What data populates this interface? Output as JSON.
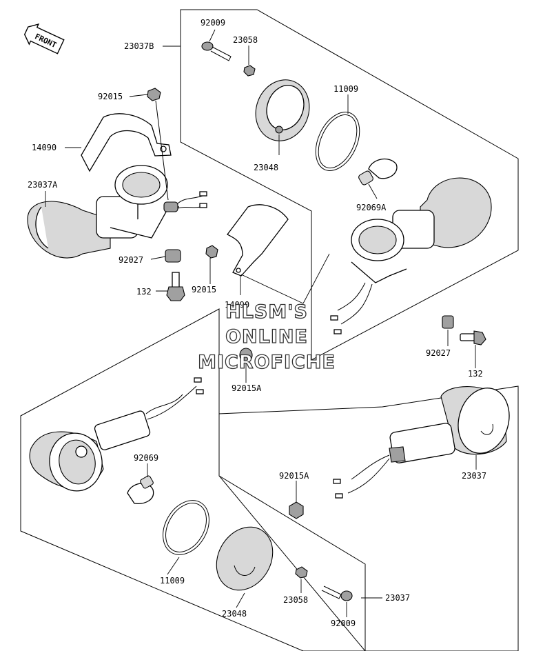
{
  "front_badge": "FRONT",
  "watermark": [
    "HLSM'S",
    "ONLINE",
    "MICROFICHE"
  ],
  "labels": {
    "p23037B": "23037B",
    "p92009_top": "92009",
    "p23058_top": "23058",
    "p11009_top": "11009",
    "p92015_top": "92015",
    "p14090_left": "14090",
    "p23037A": "23037A",
    "p23048_top": "23048",
    "p92069A": "92069A",
    "p92027_left": "92027",
    "p92015_mid": "92015",
    "p132_left": "132",
    "p14090_mid": "14090",
    "p92027_right": "92027",
    "p132_right": "132",
    "p92015A_mid": "92015A",
    "p92069": "92069",
    "p92015A_bottom": "92015A",
    "p23037_right": "23037",
    "p11009_bottom": "11009",
    "p23048_bottom": "23048",
    "p23058_bottom": "23058",
    "p23037_bottom": "23037",
    "p92009_bottom": "92009"
  }
}
